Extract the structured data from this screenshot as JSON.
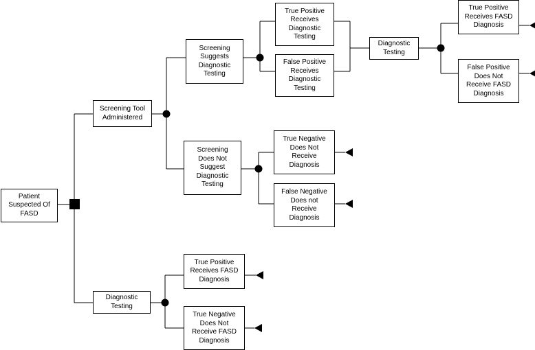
{
  "colors": {
    "line": "#000000",
    "node_border": "#000000",
    "background": "#ffffff"
  },
  "nodes": {
    "patient": [
      "Patient",
      "Suspected Of",
      "FASD"
    ],
    "screening_tool": [
      "Screening Tool",
      "Administered"
    ],
    "screen_suggests": [
      "Screening",
      "Suggests",
      "Diagnostic",
      "Testing"
    ],
    "tp_receives_testing": [
      "True Positive",
      "Receives",
      "Diagnostic",
      "Testing"
    ],
    "fp_receives_testing": [
      "False Positive",
      "Receives",
      "Diagnostic",
      "Testing"
    ],
    "diag_after_screen": [
      "Diagnostic",
      "Testing"
    ],
    "tp_receives_fasd_dx_1": [
      "True Positive",
      "Receives FASD",
      "Diagnosis"
    ],
    "fp_not_receive_dx": [
      "False Positive",
      "Does Not",
      "Receive FASD",
      "Diagnosis"
    ],
    "screen_not_suggest": [
      "Screening",
      "Does Not",
      "Suggest",
      "Diagnostic",
      "Testing"
    ],
    "tn_not_receive_dx_1": [
      "True Negative",
      "Does Not",
      "Receive",
      "Diagnosis"
    ],
    "fn_not_receive_dx": [
      "False Negative",
      "Does not",
      "Receive",
      "Diagnosis"
    ],
    "diag_direct": [
      "Diagnostic",
      "Testing"
    ],
    "tp_receives_fasd_dx_2": [
      "True Positive",
      "Receives FASD",
      "Diagnosis"
    ],
    "tn_not_receive_fasd_dx": [
      "True Negative",
      "Does Not",
      "Receive FASD",
      "Diagnosis"
    ]
  }
}
